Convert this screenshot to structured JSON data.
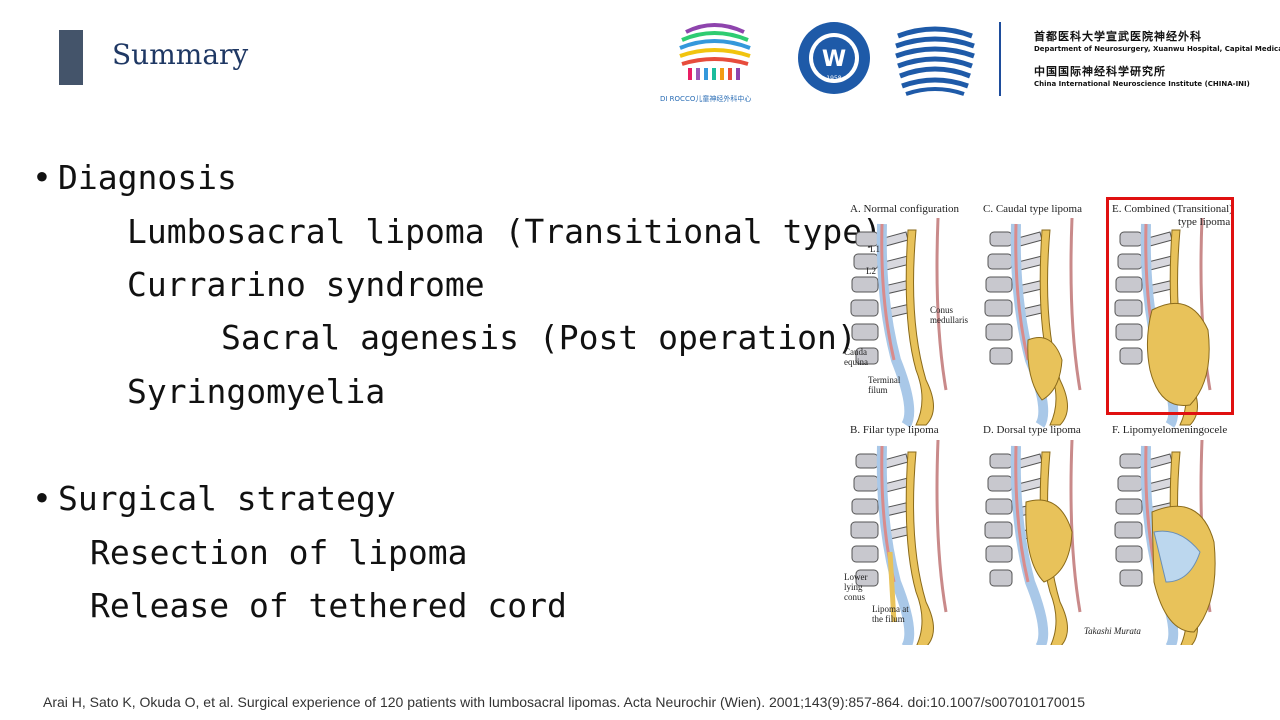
{
  "slide": {
    "title": "Summary"
  },
  "header": {
    "logo_caption": "DI ROCCO儿童神经外科中心",
    "institution_1_cn": "首都医科大学宣武医院神经外科",
    "institution_1_en": "Department of Neurosurgery, Xuanwu Hospital, Capital Medical University",
    "institution_2_cn": "中国国际神经科学研究所",
    "institution_2_en": "China International Neuroscience Institute (CHINA-INI)",
    "seal_year": "1958"
  },
  "diagnosis": {
    "heading": "Diagnosis",
    "items": [
      "Lumbosacral lipoma (Transitional type)",
      "Currarino syndrome",
      "Sacral agenesis (Post operation)",
      "Syringomyelia"
    ]
  },
  "surgery": {
    "heading": "Surgical strategy",
    "items": [
      "Resection of lipoma",
      "Release of tethered cord"
    ]
  },
  "figure": {
    "panels": [
      "A. Normal  configuration",
      "C. Caudal type lipoma",
      "E. Combined (Transitional)",
      "type lipoma",
      "B. Filar type lipoma",
      "D. Dorsal type lipoma",
      "F. Lipomyelomeningocele"
    ],
    "annotations": {
      "l1": "L1",
      "l2": "L2",
      "conus": "Conus medullaris",
      "cauda": "Cauda equina",
      "terminal": "Terminal filum",
      "lower": "Lower lying conus",
      "lipoma_filum": "Lipoma at the filum"
    },
    "signature": "Takashi Murata"
  },
  "citation": "Arai H, Sato K, Okuda O, et al. Surgical experience of 120 patients with lumbosacral lipomas. Acta Neurochir (Wien). 2001;143(9):857-864. doi:10.1007/s007010170015",
  "colors": {
    "accent": "#44546a",
    "title": "#1f3864",
    "highlight": "#e01010",
    "fat": "#e8c25a",
    "bone": "#c8c8ce"
  }
}
